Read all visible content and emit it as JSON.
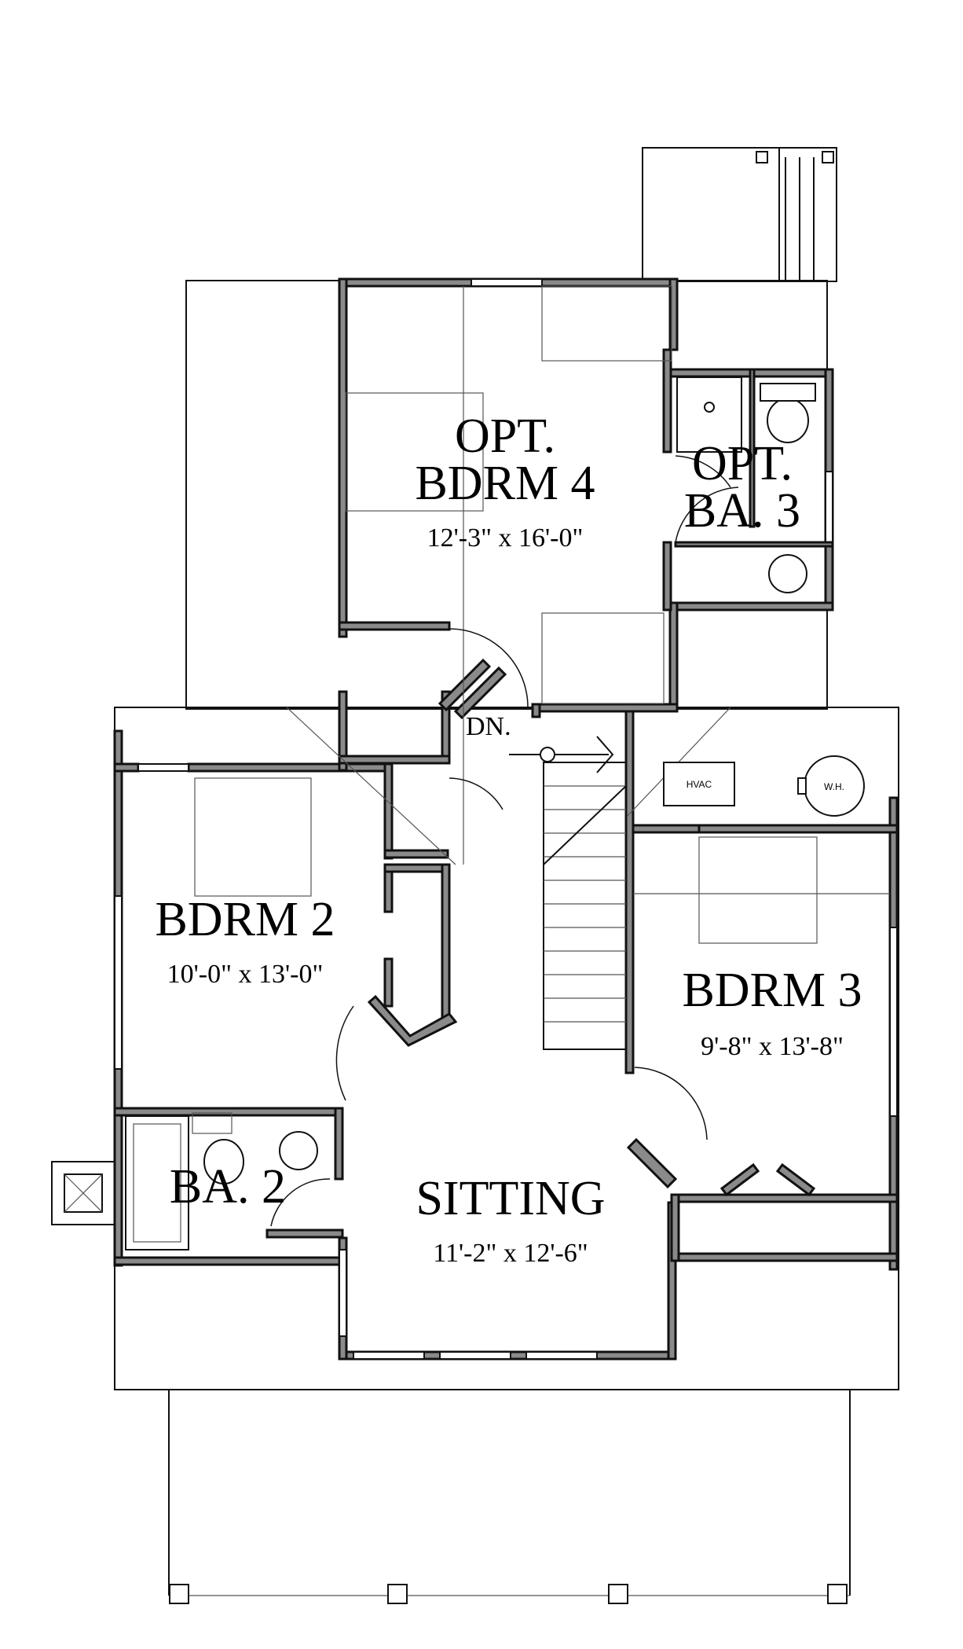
{
  "rooms": {
    "bdrm4": {
      "name_1": "OPT.",
      "name_2": "BDRM 4",
      "dims": "12'-3\" x 16'-0\""
    },
    "ba3": {
      "name_1": "OPT.",
      "name_2": "BA. 3"
    },
    "bdrm2": {
      "name": "BDRM 2",
      "dims": "10'-0\" x 13'-0\""
    },
    "bdrm3": {
      "name": "BDRM 3",
      "dims": "9'-8\" x 13'-8\""
    },
    "ba2": {
      "name": "BA. 2"
    },
    "sitting": {
      "name": "SITTING",
      "dims": "11'-2\" x 12'-6\""
    }
  },
  "stair": {
    "label": "DN."
  },
  "equipment": {
    "hvac": "HVAC",
    "water_heater": "W.H."
  }
}
